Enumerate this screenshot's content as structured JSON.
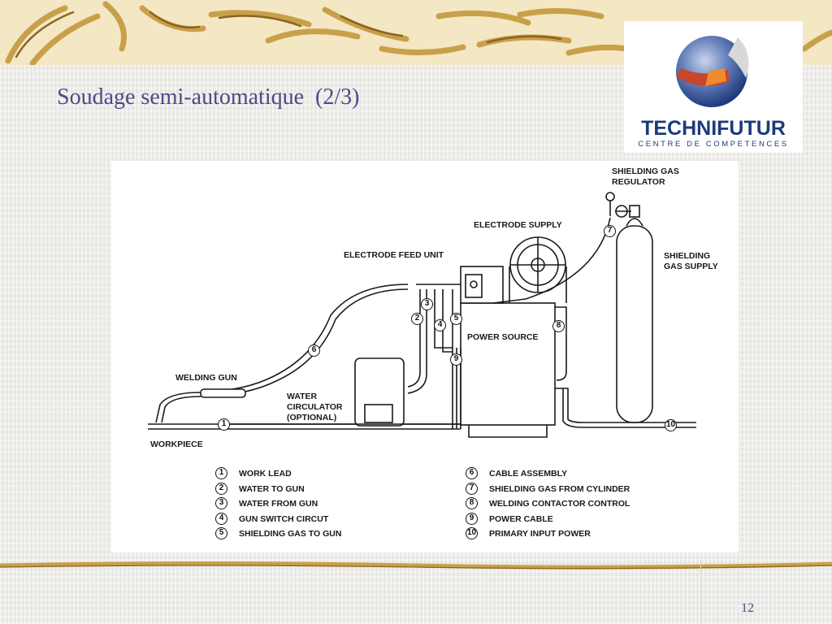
{
  "slide": {
    "title": "Soudage semi-automatique  (2/3)",
    "page_number": "12"
  },
  "logo": {
    "name": "TECHNIFUTUR",
    "subtitle": "CENTRE DE COMPETENCES"
  },
  "diagram": {
    "labels": {
      "shielding_gas_regulator": "SHIELDING GAS\nREGULATOR",
      "electrode_supply": "ELECTRODE SUPPLY",
      "electrode_feed_unit": "ELECTRODE FEED UNIT",
      "shielding_gas_supply": "SHIELDING\nGAS SUPPLY",
      "power_source": "POWER SOURCE",
      "welding_gun": "WELDING GUN",
      "water_circulator": "WATER\nCIRCULATOR\n(OPTIONAL)",
      "workpiece": "WORKPIECE"
    },
    "callouts": [
      "1",
      "2",
      "3",
      "4",
      "5",
      "6",
      "7",
      "8",
      "9",
      "10"
    ],
    "legend": [
      {
        "num": "1",
        "text": "WORK LEAD"
      },
      {
        "num": "2",
        "text": "WATER TO GUN"
      },
      {
        "num": "3",
        "text": "WATER FROM GUN"
      },
      {
        "num": "4",
        "text": "GUN SWITCH CIRCUT"
      },
      {
        "num": "5",
        "text": "SHIELDING GAS TO GUN"
      },
      {
        "num": "6",
        "text": "CABLE ASSEMBLY"
      },
      {
        "num": "7",
        "text": "SHIELDING GAS FROM CYLINDER"
      },
      {
        "num": "8",
        "text": "WELDING CONTACTOR CONTROL"
      },
      {
        "num": "9",
        "text": "POWER CABLE"
      },
      {
        "num": "10",
        "text": "PRIMARY INPUT POWER"
      }
    ]
  }
}
